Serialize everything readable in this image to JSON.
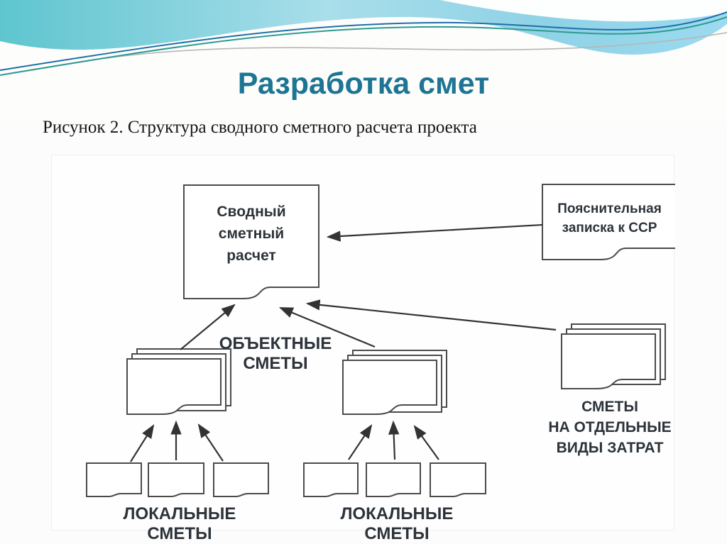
{
  "title": "Разработка смет",
  "caption": "Рисунок 2. Структура сводного сметного расчета проекта",
  "diagram": {
    "summary_box": {
      "line1": "Сводный",
      "line2": "сметный",
      "line3": "расчет"
    },
    "note_box": {
      "line1": "Пояснительная",
      "line2": "записка к ССР"
    },
    "object_label": {
      "line1": "ОБЪЕКТНЫЕ",
      "line2": "СМЕТЫ"
    },
    "costs_label": {
      "line1": "СМЕТЫ",
      "line2": "НА ОТДЕЛЬНЫЕ",
      "line3": "ВИДЫ ЗАТРАТ"
    },
    "local_label_left": "ЛОКАЛЬНЫЕ СМЕТЫ",
    "local_label_right": "ЛОКАЛЬНЫЕ СМЕТЫ"
  },
  "colors": {
    "title_teal": "#1d7593",
    "wave_turquoise": "#5ec5cf",
    "wave_light_blue": "#a9deea",
    "accent_green_line": "#2d9b8f",
    "accent_blue_line": "#1e6fa8",
    "diagram_stroke": "#4b4b4b",
    "diagram_text": "#2d333a"
  }
}
